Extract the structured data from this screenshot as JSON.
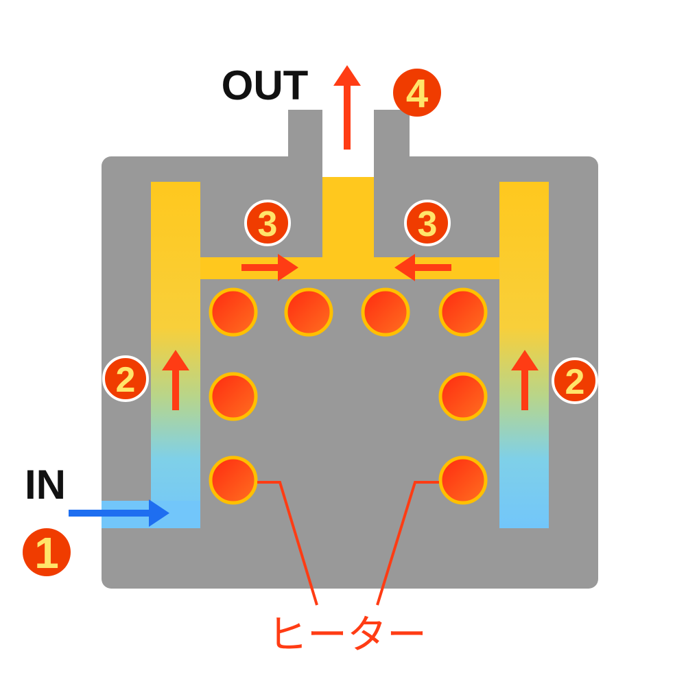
{
  "labels": {
    "out": "OUT",
    "in": "IN",
    "heater": "ヒーター"
  },
  "steps": {
    "s1": "1",
    "s2": "2",
    "s3": "3",
    "s4": "4"
  },
  "colors": {
    "body": "#999999",
    "hot": "#ffc81e",
    "cold": "#78c8f8",
    "arrow": "#ff3c14",
    "inlet_arrow": "#1e6ef0",
    "badge": "#f03c00"
  }
}
